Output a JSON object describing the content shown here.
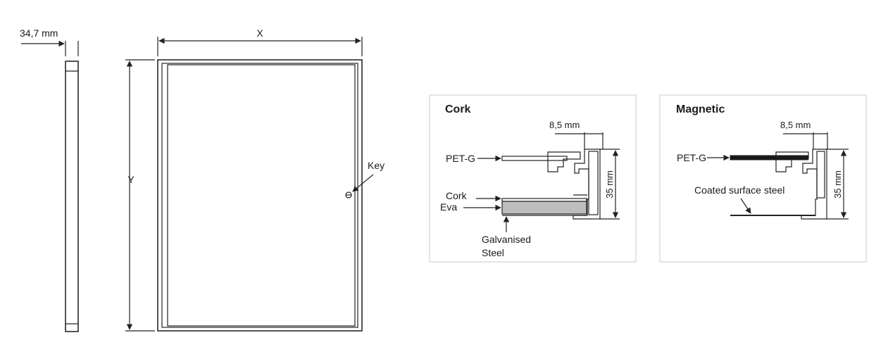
{
  "side_view": {
    "thickness_label": "34,7 mm"
  },
  "front_view": {
    "width_label": "X",
    "height_label": "Y",
    "key_label": "Key"
  },
  "panels": {
    "cork": {
      "title": "Cork",
      "depth_label": "8,5 mm",
      "height_label": "35 mm",
      "labels": {
        "petg": "PET-G",
        "cork": "Cork",
        "eva": "Eva",
        "steel_line1": "Galvanised",
        "steel_line2": "Steel"
      }
    },
    "magnetic": {
      "title": "Magnetic",
      "depth_label": "8,5 mm",
      "height_label": "35 mm",
      "labels": {
        "petg": "PET-G",
        "coated": "Coated surface steel"
      }
    }
  },
  "colors": {
    "line": "#222222",
    "panel_border": "#c9c9c9",
    "cork_fill": "#bdbdbd",
    "magnetic_sheet": "#1a1a1a"
  }
}
